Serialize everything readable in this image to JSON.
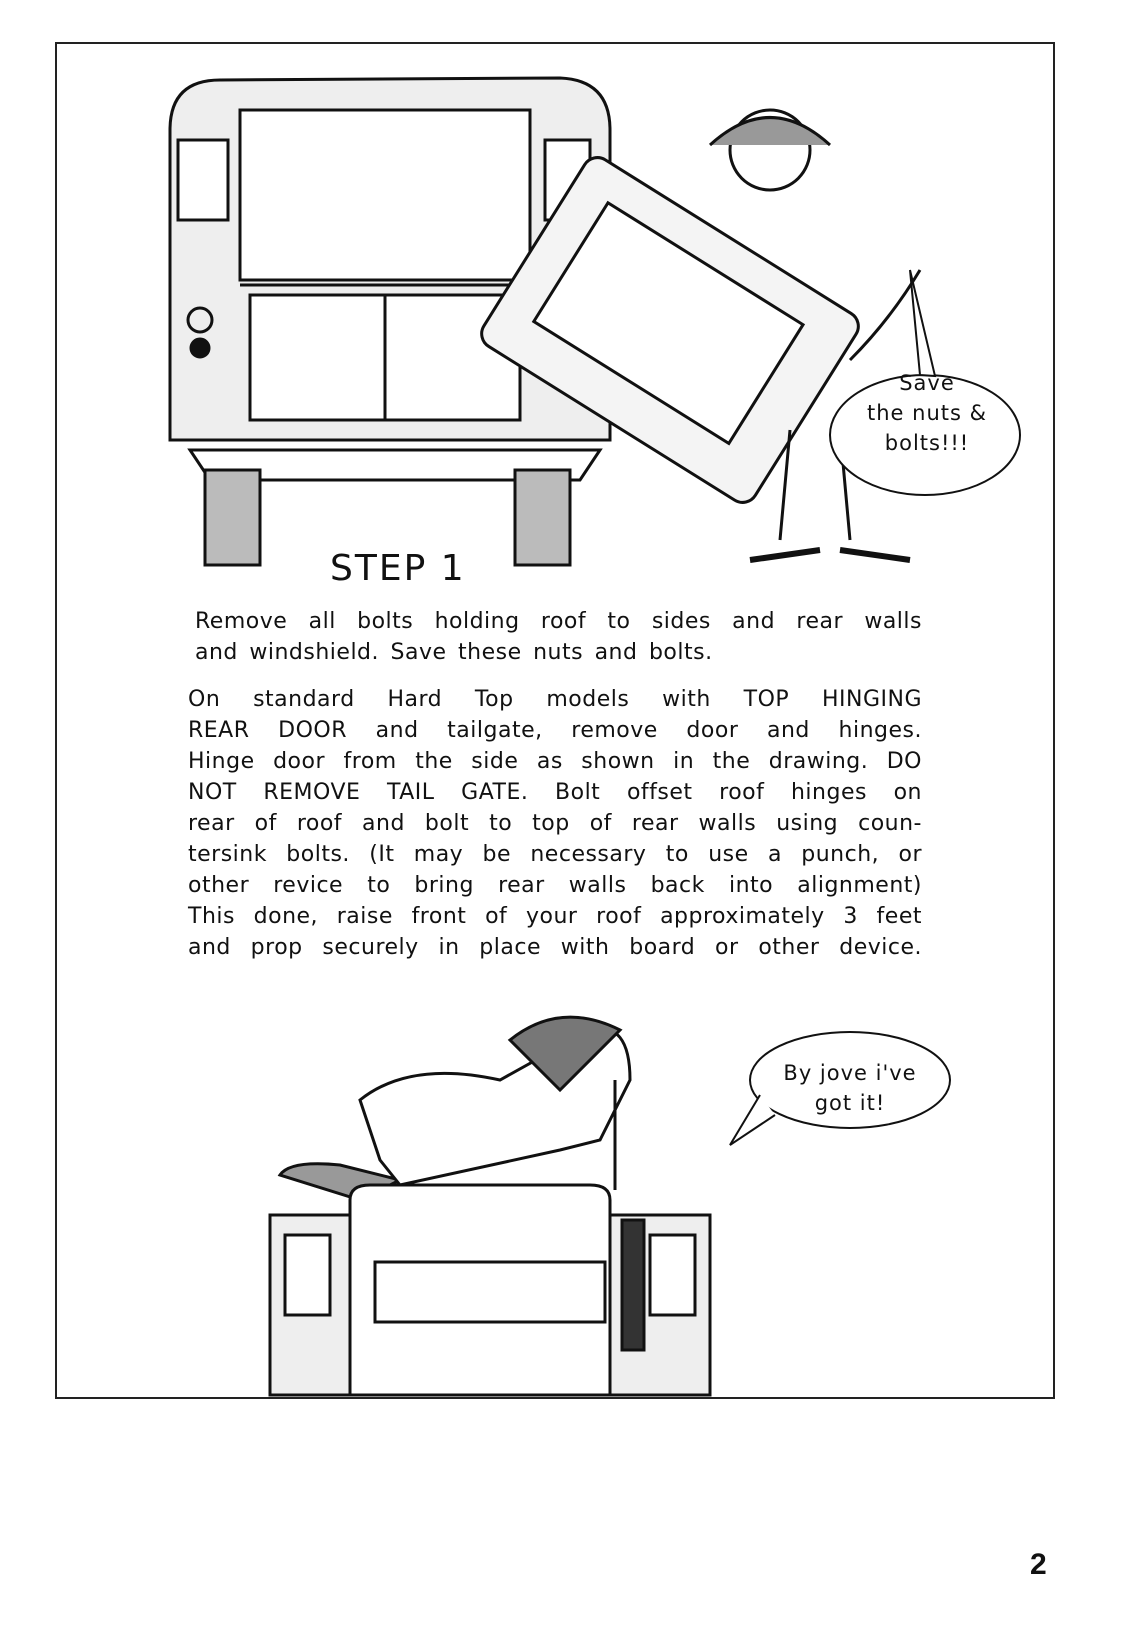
{
  "step_title": "STEP 1",
  "paragraph1": [
    "Remove all bolts holding roof to sides and rear walls",
    "and windshield. Save these nuts and bolts."
  ],
  "paragraph2": [
    "On standard Hard Top models with TOP HINGING",
    "REAR DOOR and tailgate, remove door and hinges.",
    "Hinge door from the side as shown in the drawing. DO",
    "NOT REMOVE TAIL GATE. Bolt offset roof hinges on",
    "rear of roof and bolt to top of rear walls using coun-",
    "tersink bolts. (It may be necessary to use a punch, or",
    "other revice to bring rear walls back into alignment)",
    "This done, raise front of your roof approximately 3 feet",
    "and prop securely in place with board or other device."
  ],
  "bubble1": [
    "Save",
    "the nuts &",
    "bolts!!!"
  ],
  "bubble2": [
    "By jove i've",
    "got it!"
  ],
  "page_number": "2"
}
